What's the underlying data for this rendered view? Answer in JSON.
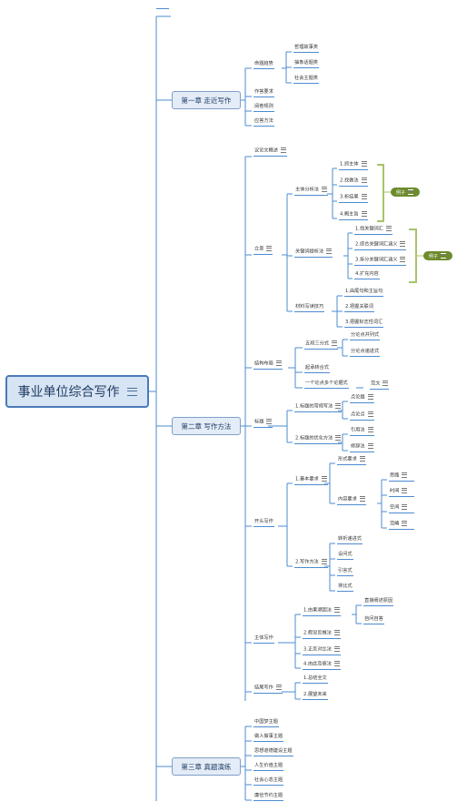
{
  "root": "事业单位综合写作",
  "chapters": {
    "c1": "第一章 走近写作",
    "c2": "第二章 写作方法",
    "c3": "第三章 真题演练"
  },
  "ch1": {
    "mingti": "命题趋势",
    "mingti_items": [
      "哲理故事类",
      "抽象话题类",
      "社会主题类"
    ],
    "zuoda": "作答要求",
    "yuejuan": "阅卷规则",
    "beikao": "应答方法"
  },
  "ch2": {
    "yilun": "议论文概述",
    "liyi": "立意",
    "zhuti": "主体分析法",
    "zhuti_items": [
      "1.抓主体",
      "2.找做法",
      "3.析结果",
      "4.概主旨"
    ],
    "guanjian": "关键词提析法",
    "guanjian_items": [
      "1.找关键词汇",
      "2.综合关键词汇涵义",
      "3.拆分关键词汇涵义",
      "4.扩充内容"
    ],
    "cailiao": "材料写读技巧",
    "cailiao_items": [
      "1.由尾句和主旨句",
      "2.把握关联词",
      "3.把握标志性词汇"
    ],
    "jiegou": "结构布局",
    "wuduan": "五段三分式",
    "wuduan_items": [
      "分论点并列式",
      "分论点递进式"
    ],
    "qicheng": "起承转合式",
    "yige": "一个论点多个论据式",
    "fanwen": "范文",
    "biaoti": "标题",
    "biaoti1": "1.标题的常规写法",
    "biaoti1_items": [
      "点论题",
      "点论点"
    ],
    "biaoti2": "2.标题的优化方法",
    "biaoti2_items": [
      "引用法",
      "修辞法"
    ],
    "kaitou": "开头写作",
    "jiben": "1.基本要求",
    "xingshi": "形式要求",
    "neirong": "内容要求",
    "neirong_items": [
      "思路",
      "时间",
      "空间",
      "范畴"
    ],
    "xiezuo": "2.写作方法",
    "xiezuo_items": [
      "转折递进式",
      "设问式",
      "引言式",
      "排比式"
    ],
    "zhuti_xz": "主体写作",
    "zhuti_xz_items": [
      "1.由果溯因法",
      "2.假设反推法",
      "3.正反对比法",
      "4.由此及彼法"
    ],
    "youguo_items": [
      "直接阐述原因",
      "自问自答"
    ],
    "jiewei": "结尾写作",
    "jiewei_items": [
      "1.总结全文",
      "2.展望未来"
    ],
    "tag1": "例子",
    "tag2": "例子"
  },
  "ch3": {
    "items": [
      "中国梦主题",
      "做人做事主题",
      "思想道德建设主题",
      "人生价值主题",
      "社会心态主题",
      "廉俭节约主题"
    ]
  }
}
